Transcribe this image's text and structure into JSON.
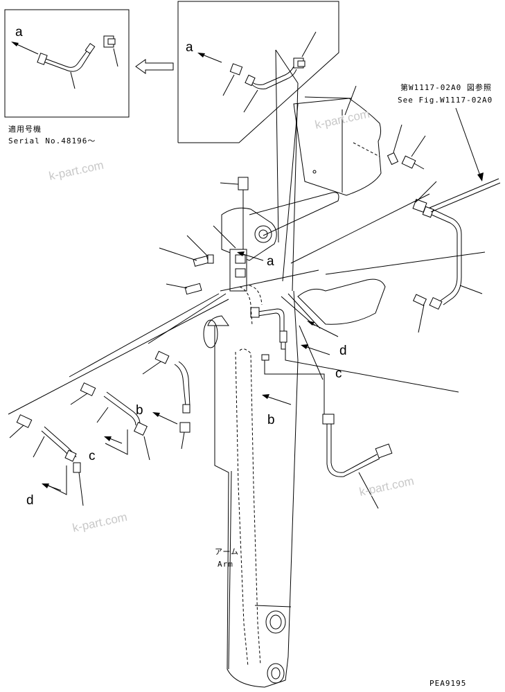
{
  "inset_left": {
    "callout": "a",
    "applicability_label_jp": "適用号機",
    "serial_label": "Serial No.48196～"
  },
  "inset_top": {
    "callout": "a"
  },
  "reference": {
    "jp": "第W1117-02A0 図参照",
    "en": "See Fig.W1117-02A0"
  },
  "callouts": {
    "a_main": "a",
    "b_left": "b",
    "b_center": "b",
    "c_left": "c",
    "c_center": "c",
    "d_left": "d",
    "d_right": "d"
  },
  "arm_label": {
    "jp": "アーム",
    "en": "Arm"
  },
  "watermark": "k-part.com",
  "figure_code": "PEA9195"
}
